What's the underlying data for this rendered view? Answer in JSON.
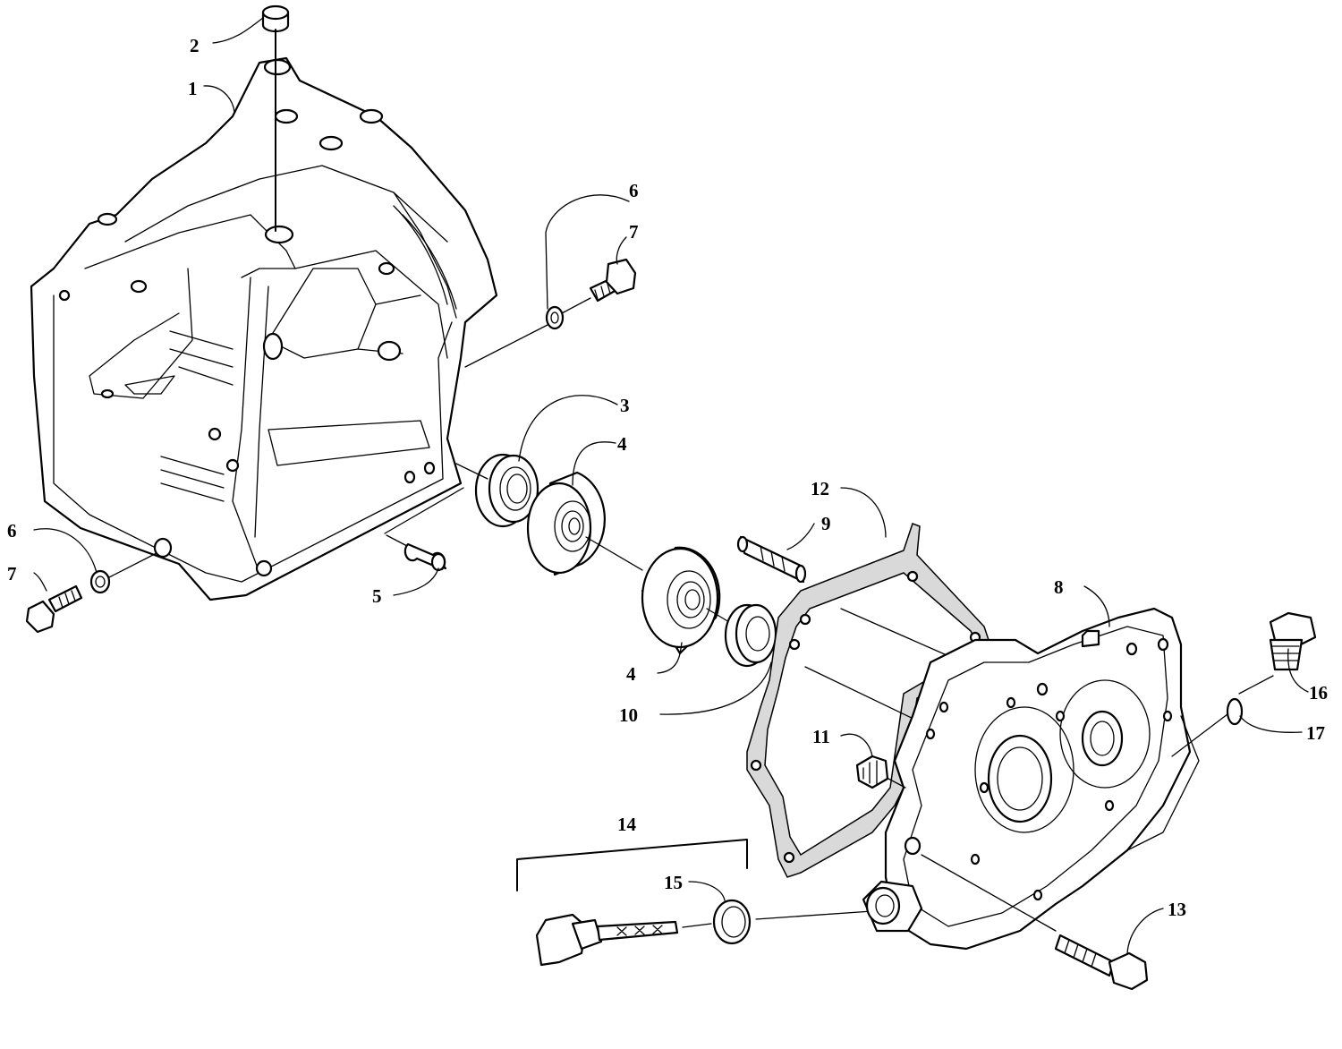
{
  "callouts": [
    {
      "id": "c1",
      "text": "1"
    },
    {
      "id": "c2",
      "text": "2"
    },
    {
      "id": "c3",
      "text": "3"
    },
    {
      "id": "c4a",
      "text": "4"
    },
    {
      "id": "c4b",
      "text": "4"
    },
    {
      "id": "c5",
      "text": "5"
    },
    {
      "id": "c6a",
      "text": "6"
    },
    {
      "id": "c6b",
      "text": "6"
    },
    {
      "id": "c7a",
      "text": "7"
    },
    {
      "id": "c7b",
      "text": "7"
    },
    {
      "id": "c8",
      "text": "8"
    },
    {
      "id": "c9",
      "text": "9"
    },
    {
      "id": "c10",
      "text": "10"
    },
    {
      "id": "c11",
      "text": "11"
    },
    {
      "id": "c12",
      "text": "12"
    },
    {
      "id": "c13",
      "text": "13"
    },
    {
      "id": "c14",
      "text": "14"
    },
    {
      "id": "c15",
      "text": "15"
    },
    {
      "id": "c16",
      "text": "16"
    },
    {
      "id": "c17",
      "text": "17"
    }
  ]
}
